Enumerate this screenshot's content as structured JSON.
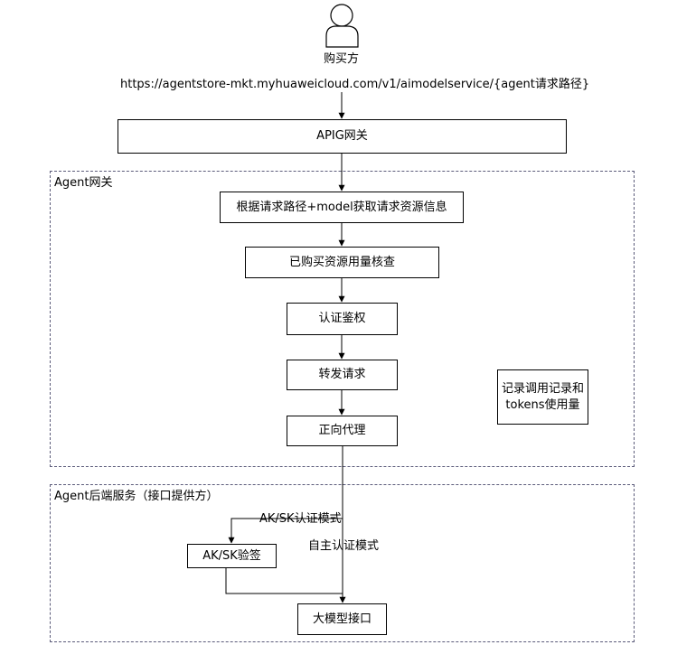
{
  "buyer": {
    "label": "购买方"
  },
  "url": {
    "text": "https://agentstore-mkt.myhuaweicloud.com/v1/aimodelservice/{agent请求路径}"
  },
  "apig": {
    "label": "APIG网关"
  },
  "agent_gateway": {
    "title": "Agent网关",
    "steps": [
      "根据请求路径+model获取请求资源信息",
      "已购买资源用量核查",
      "认证鉴权",
      "转发请求",
      "正向代理"
    ],
    "record_note": "记录调用记录和tokens使用量"
  },
  "backend": {
    "title": "Agent后端服务（接口提供方）",
    "aksk_mode_label": "AK/SK认证模式",
    "self_auth_label": "自主认证模式",
    "aksk_verify": "AK/SK验签",
    "llm_api": "大模型接口"
  }
}
